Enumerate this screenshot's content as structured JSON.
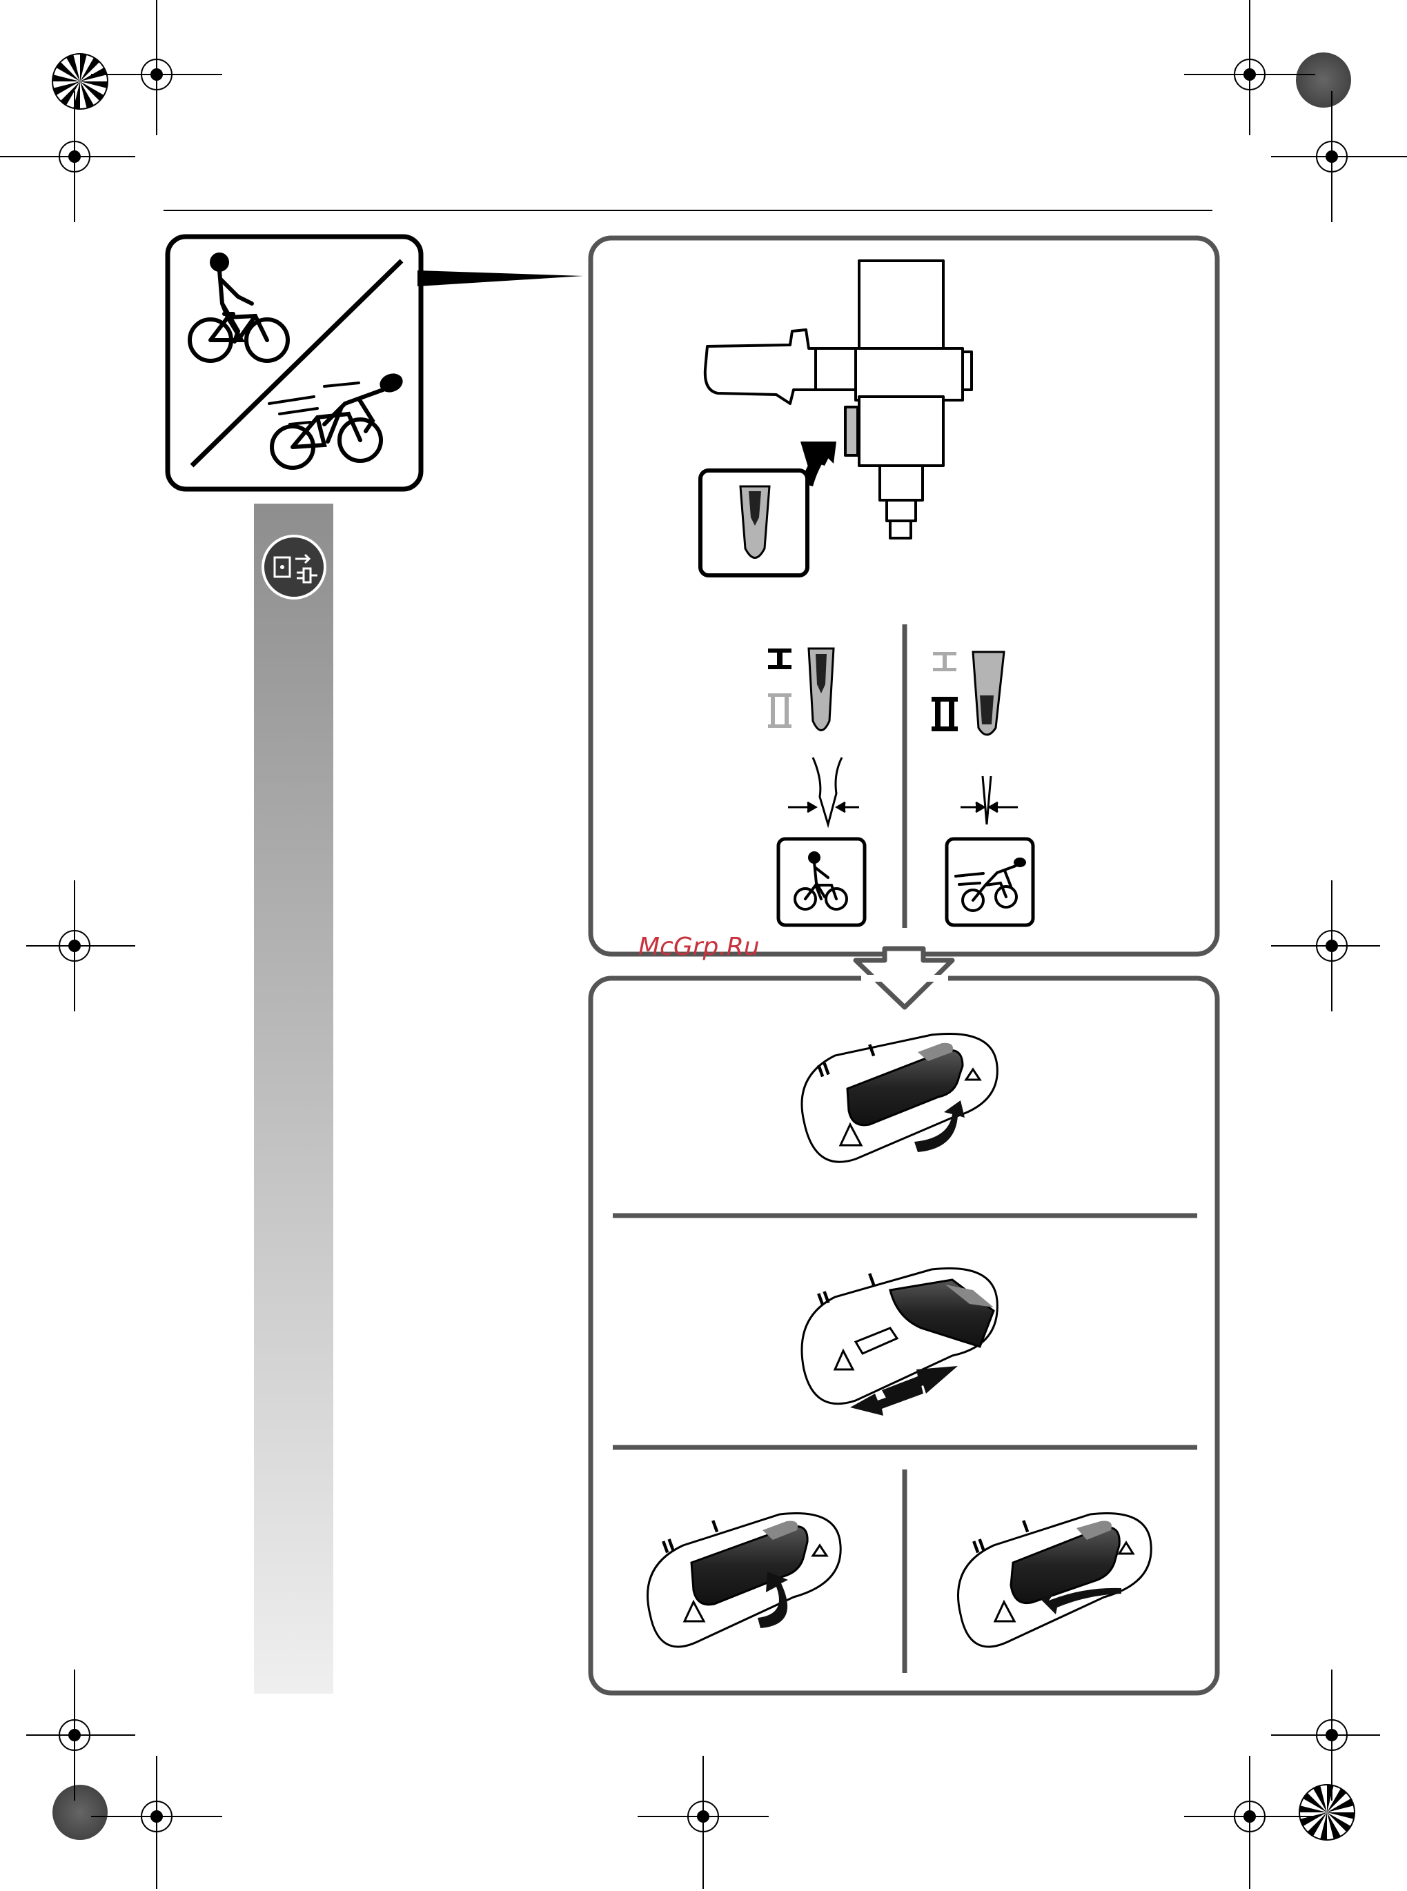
{
  "watermark": {
    "text": "McGrp.Ru"
  },
  "gear_symbols": {
    "first": "I",
    "second": "II"
  },
  "icons": {
    "bike_slow": "cyclist-slow-icon",
    "bike_fast": "cyclist-fast-icon",
    "unplug": "unplug-before-work-icon",
    "drill": "drill-gear-switch-illustration",
    "switch": "gear-switch-icon"
  },
  "colors": {
    "frame": "#555555",
    "sidebar_top": "#8c8c8c",
    "sidebar_bottom": "#efefef",
    "switch_dark": "#2b2b2b",
    "switch_light": "#b4b4b4",
    "watermark": "#c8323c"
  }
}
